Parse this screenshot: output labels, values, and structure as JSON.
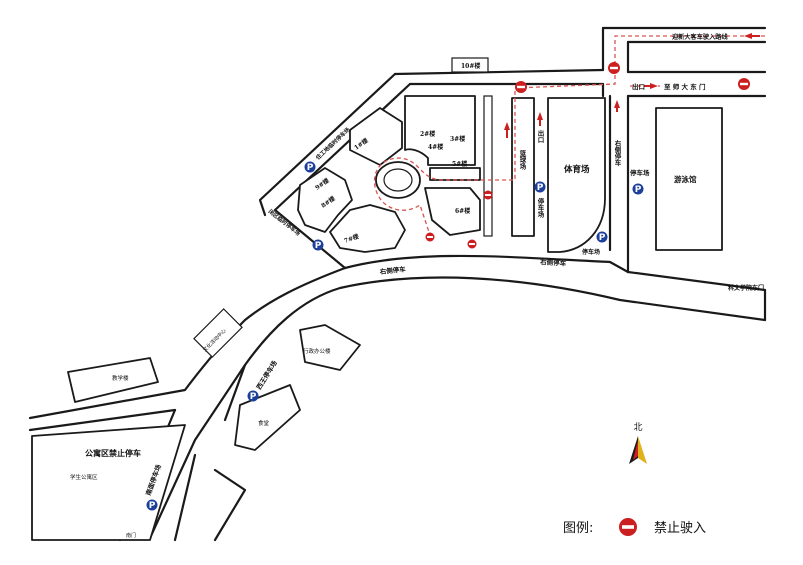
{
  "labels": {
    "building_10": "10#楼",
    "building_1": "1#楼",
    "building_2": "2#楼",
    "building_3": "3#楼",
    "building_4": "4#楼",
    "building_5": "5#楼",
    "building_6": "6#楼",
    "building_7": "7#楼",
    "building_8": "8#楼",
    "building_9": "9#楼",
    "route_top": "迎新大客车驶入路线",
    "exit_top": "出口",
    "to_east_gate": "至 师 大 东 门",
    "basketball": "篮球场",
    "exit_mid": "出口",
    "stadium": "体育场",
    "right_park_stadium": "右侧停车",
    "parking_lot_main": "停车场",
    "parking_lot_small": "停车场",
    "parking_right": "停车场",
    "pool": "游泳馆",
    "college_gate": "科文学院东门",
    "right_park_road1": "右侧停车",
    "right_park_road2": "右侧停车",
    "temp_parking_1": "住工地临时停车场",
    "temp_parking_2": "闭区临时停车场",
    "library": "文化活动中心",
    "teaching": "教学楼",
    "west_park": "西王停车场",
    "admin": "行政办公楼",
    "canteen": "食堂",
    "dorm_no_park": "公寓区禁止停车",
    "dorm_area": "学生公寓区",
    "south_park": "南面停车场",
    "south_gate": "南门",
    "north": "北",
    "legend_title": "图例:",
    "legend_no_entry": "禁止驶入"
  },
  "icons": {
    "no_entry": "no-entry-icon",
    "parking": "parking-icon",
    "compass": "north-arrow-icon",
    "parking_letter": "P"
  },
  "colors": {
    "no_entry_red": "#cc1f1f",
    "parking_blue": "#1b3f9a",
    "route_red": "#d9534f",
    "compass_yellow": "#e0b21b"
  }
}
